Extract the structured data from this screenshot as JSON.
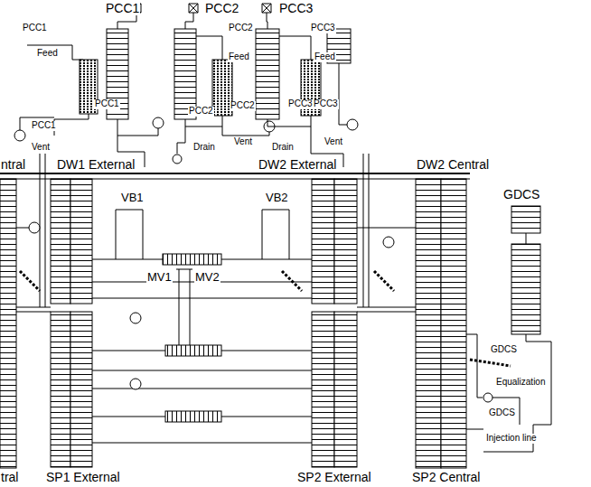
{
  "diagram": {
    "labels": [
      "PCC1",
      "PCC2",
      "PCC3",
      "PCC1",
      "PCC2",
      "PCC3",
      "Feed",
      "Feed",
      "Feed",
      "PCC1",
      "PCC1",
      "Vent",
      "PCC2",
      "PCC2",
      "Drain",
      "PCC3",
      "PCC3",
      "Vent",
      "Drain",
      "Vent",
      "ntral",
      "DW1 External",
      "DW2 External",
      "DW2 Central",
      "GDCS",
      "VB1",
      "VB2",
      "MV1",
      "MV2",
      "GDCS",
      "Equalization",
      "GDCS",
      "Injection line",
      "tral",
      "SP1 External",
      "SP2 External",
      "SP2 Central"
    ]
  }
}
